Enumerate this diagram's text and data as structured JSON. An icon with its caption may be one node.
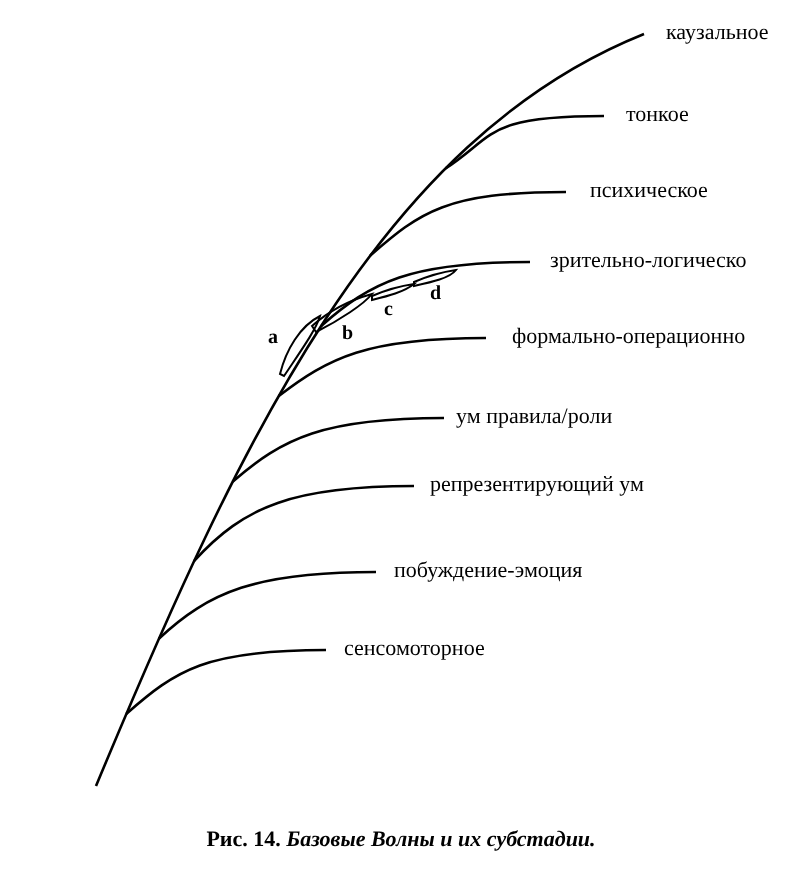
{
  "diagram": {
    "caption": "Рис. 14. *Базовые Волны и их субстадии.*",
    "labels": [
      "каузальное",
      "тонкое",
      "психическое",
      "зрительно-логическо",
      "a",
      "b",
      "c",
      "d",
      "формально-операционно",
      "ум правила/роли",
      "репрезентирующий ум",
      "побуждение-эмоция",
      "сенсомоторное"
    ]
  }
}
